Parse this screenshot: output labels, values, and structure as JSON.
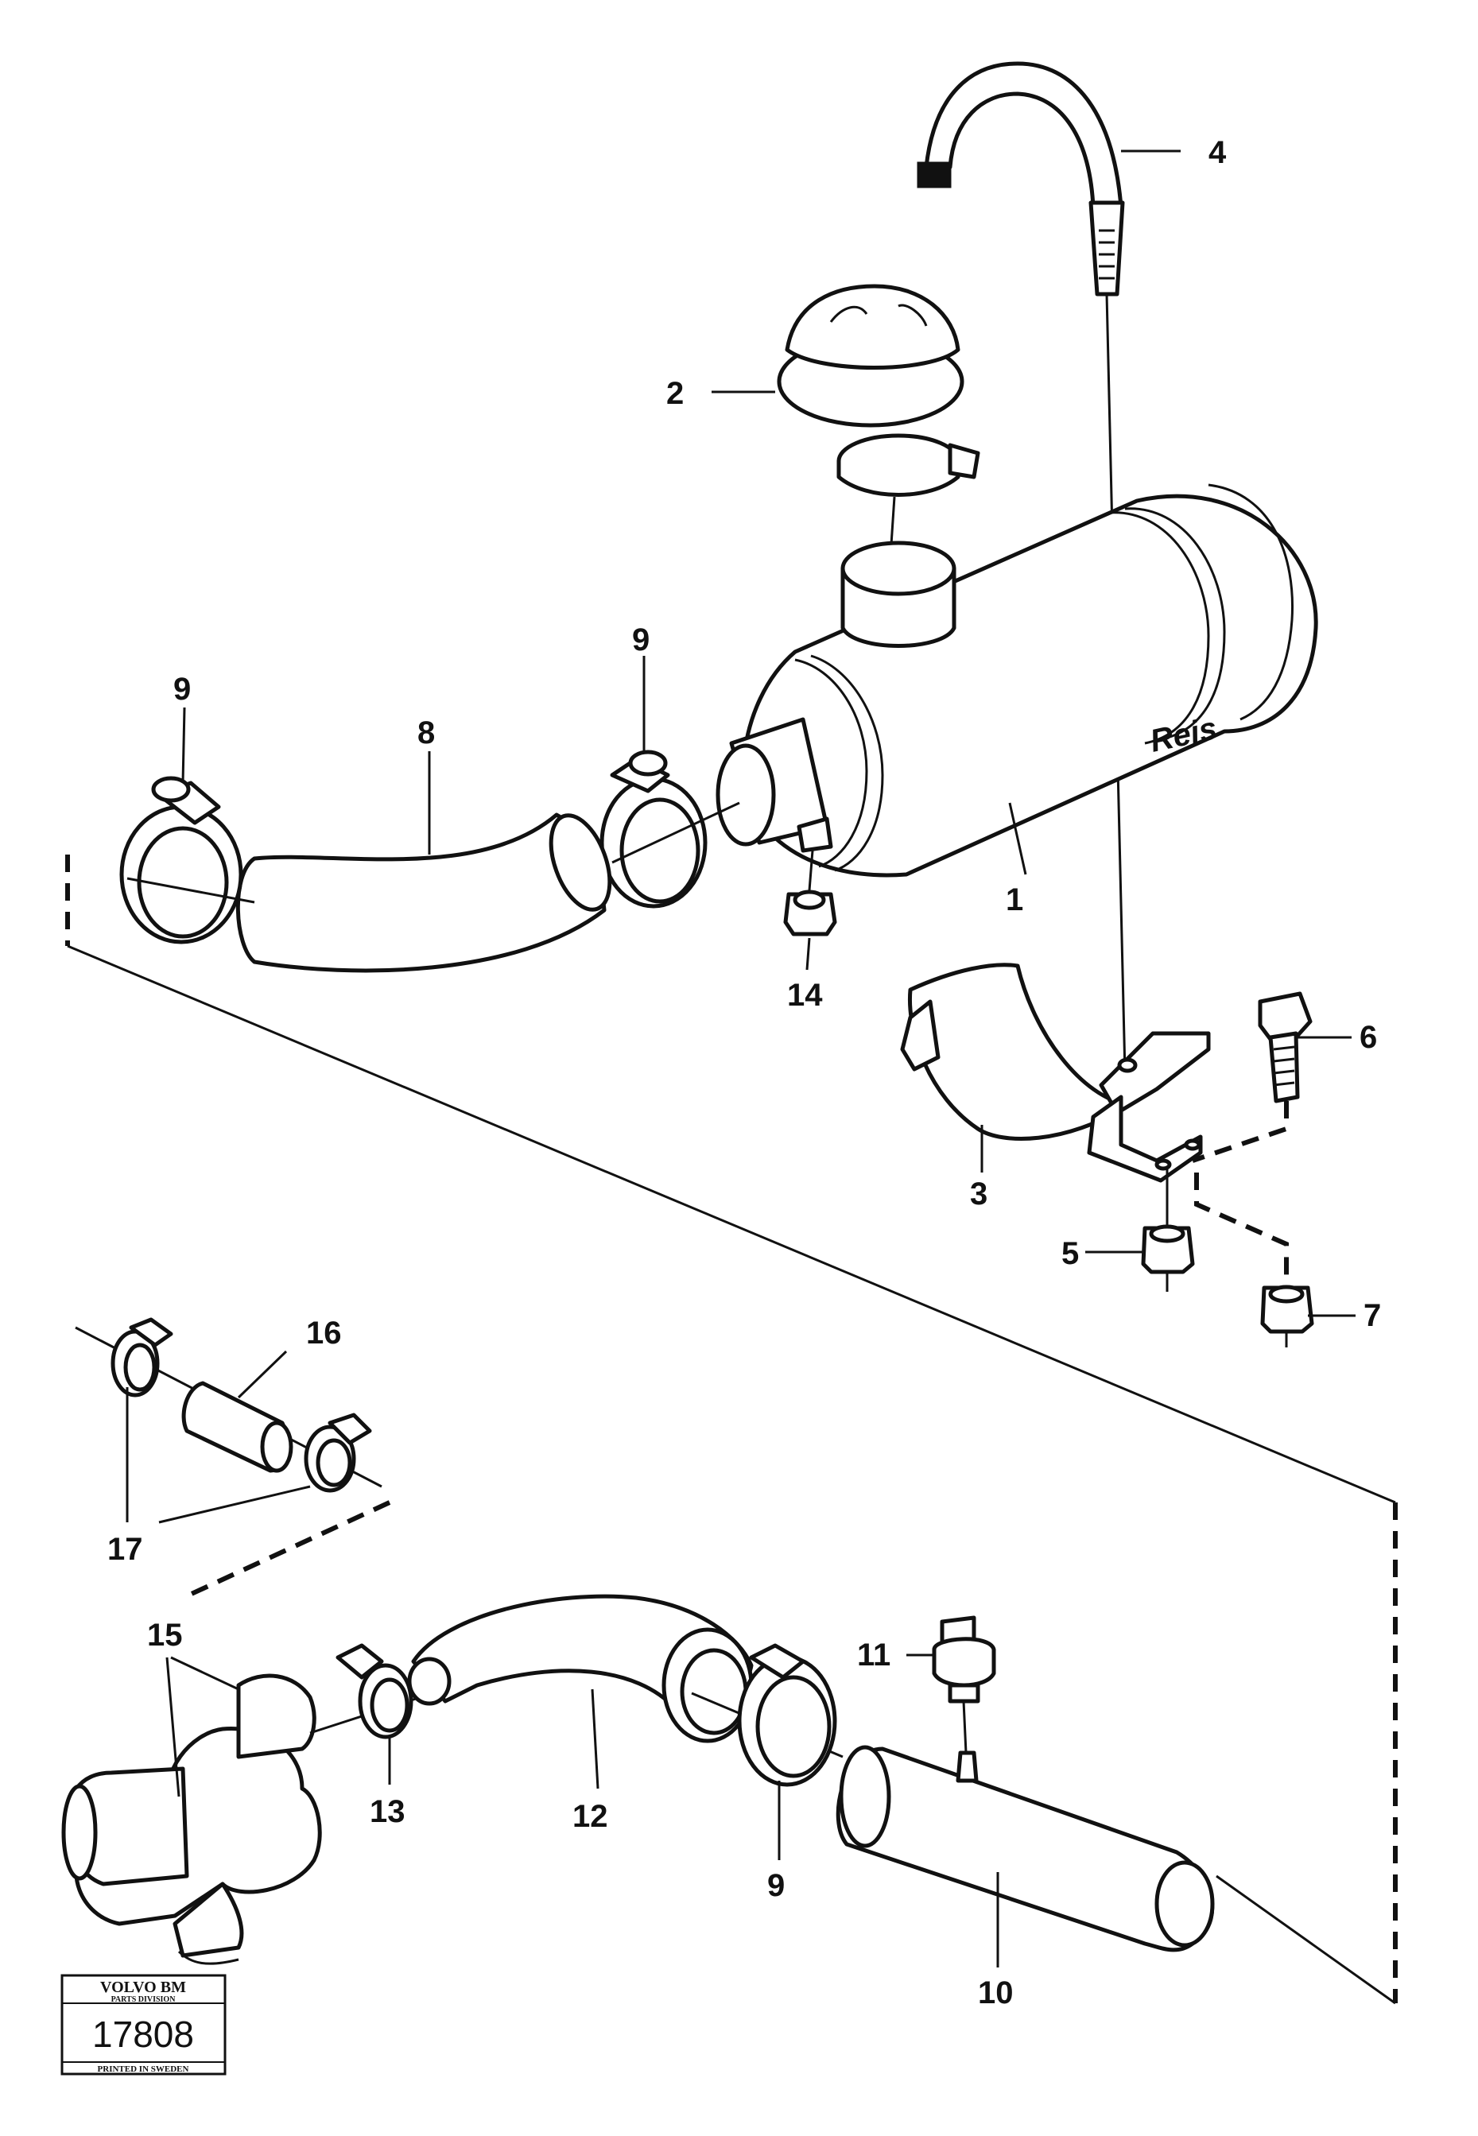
{
  "labels": {
    "p1": "1",
    "p2": "2",
    "p3": "3",
    "p4": "4",
    "p5": "5",
    "p6": "6",
    "p7": "7",
    "p8": "8",
    "p9a": "9",
    "p9b": "9",
    "p9c": "9",
    "p10": "10",
    "p11": "11",
    "p12": "12",
    "p13": "13",
    "p14": "14",
    "p15": "15",
    "p16": "16",
    "p17": "17"
  },
  "signature": "Reis",
  "badge": {
    "brand": "VOLVO BM",
    "division": "PARTS DIVISION",
    "number": "17808",
    "printed": "PRINTED IN SWEDEN"
  }
}
